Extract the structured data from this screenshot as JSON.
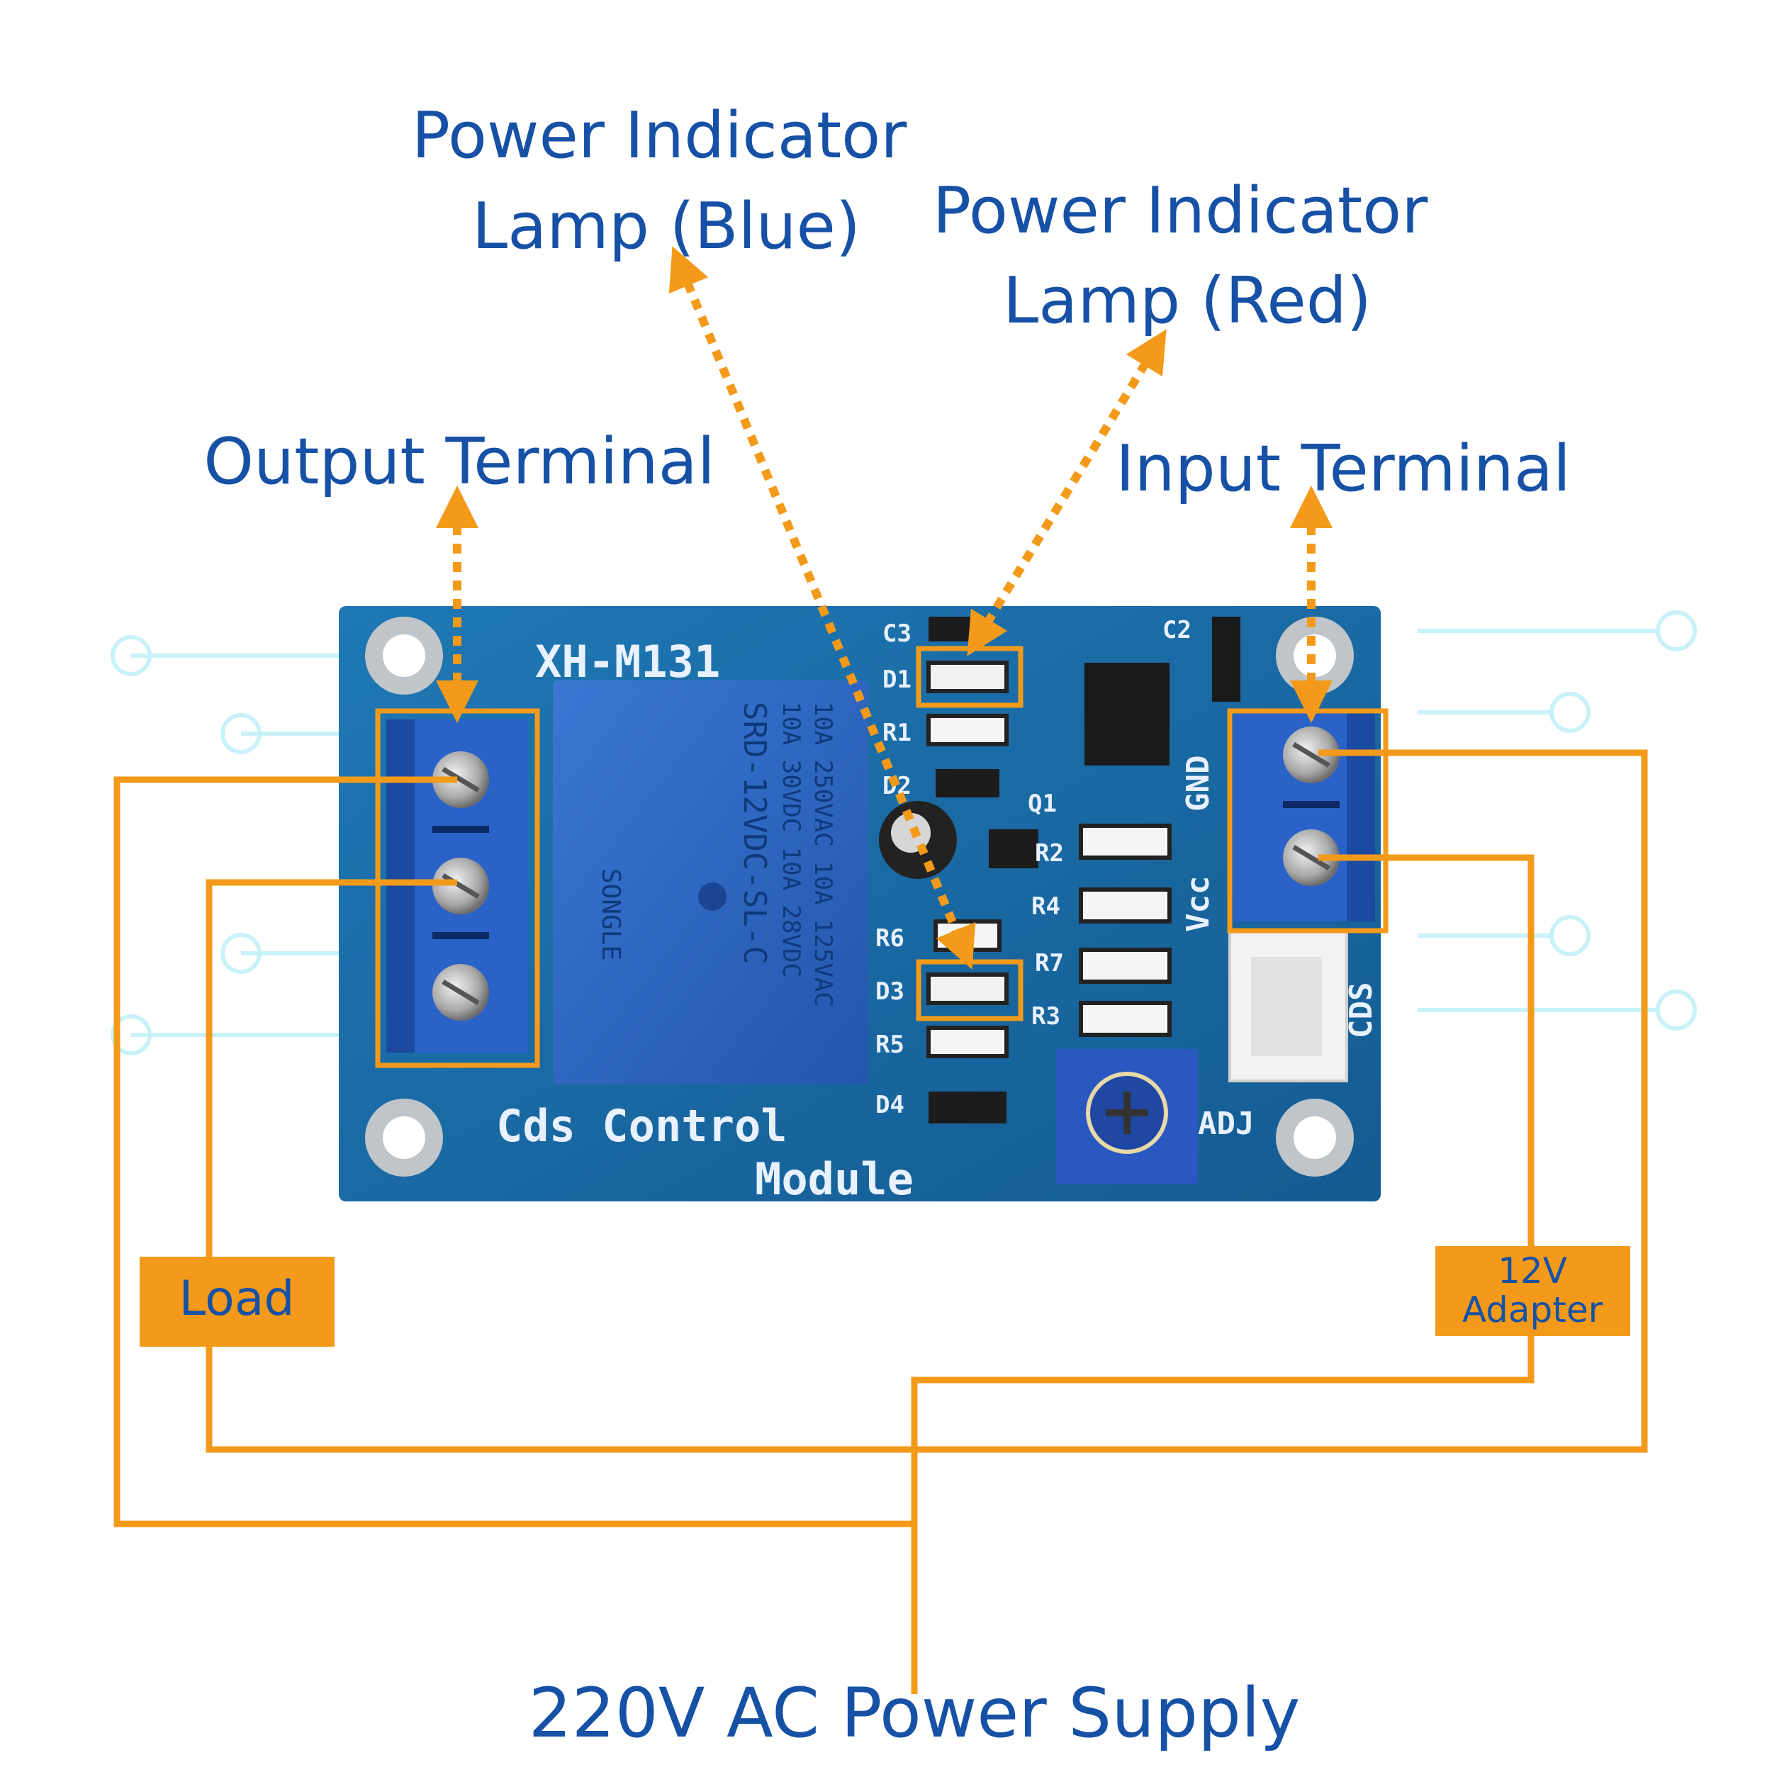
{
  "labels": {
    "blue_lamp_line1": "Power Indicator",
    "blue_lamp_line2": "Lamp (Blue)",
    "red_lamp_line1": "Power Indicator",
    "red_lamp_line2": "Lamp (Red)",
    "output_terminal": "Output Terminal",
    "input_terminal": "Input Terminal",
    "load": "Load",
    "adapter_line1": "12V",
    "adapter_line2": "Adapter",
    "power_supply": "220V AC Power Supply"
  },
  "board": {
    "model": "XH-M131",
    "name_line1": "Cds Control",
    "name_line2": "Module",
    "pins": {
      "gnd": "GND",
      "vcc": "Vcc",
      "cds": "CDS",
      "adj": "ADJ"
    },
    "components": [
      "C3",
      "D1",
      "R1",
      "D2",
      "Q1",
      "R2",
      "R4",
      "R6",
      "R7",
      "D3",
      "R3",
      "R5",
      "D4",
      "C2"
    ],
    "relay_lines": [
      "10A 250VAC  10A 125VAC",
      "10A 30VDC  10A 28VDC",
      "SRD-12VDC-SL-C"
    ],
    "relay_brand": "SONGLE"
  },
  "colors": {
    "accent": "#f39a1a",
    "label": "#1651a6",
    "pcb": "#1c6fa8",
    "terminal": "#2a62c8",
    "relay": "#2f69c4"
  }
}
